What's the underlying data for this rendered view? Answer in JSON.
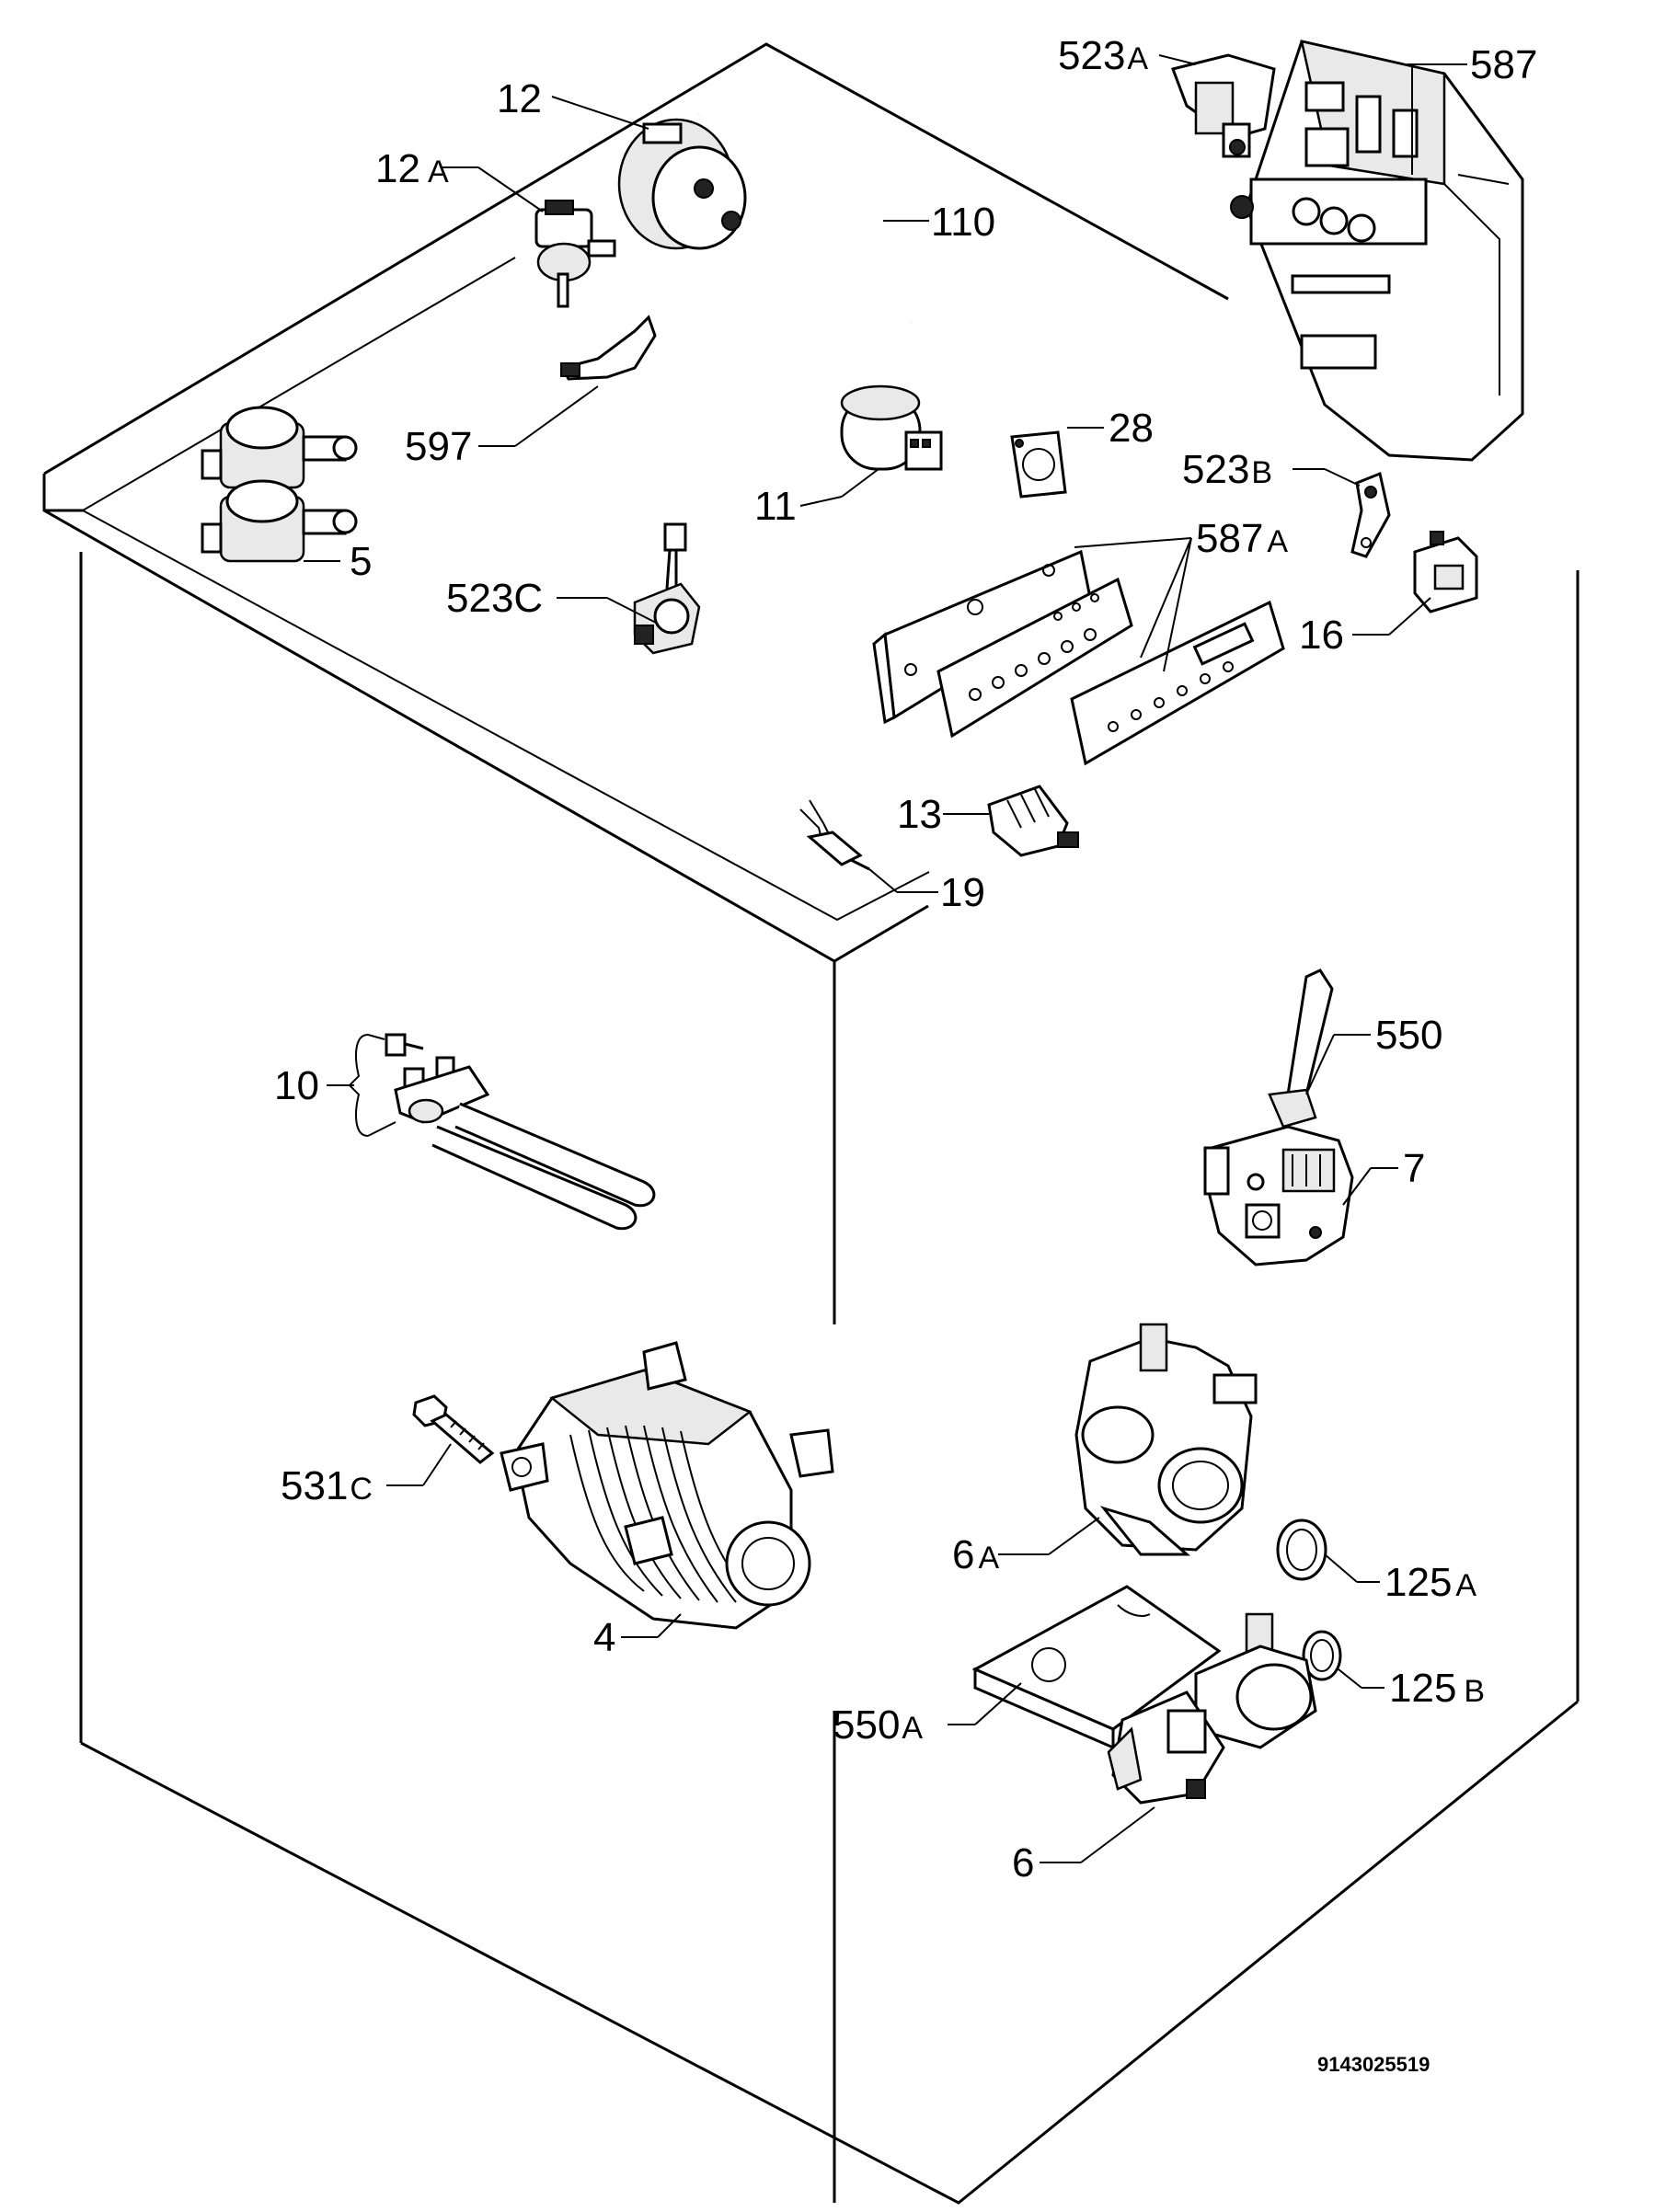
{
  "diagram": {
    "drawing_code": "9143025519",
    "labels": {
      "p12": "12",
      "p12a_num": "12",
      "p12a_suf": "A",
      "p110": "110",
      "p597": "597",
      "p5": "5",
      "p11": "11",
      "p28": "28",
      "p523a_num": "523",
      "p523a_suf": "A",
      "p587": "587",
      "p523b_num": "523",
      "p523b_suf": "B",
      "p587a_num": "587",
      "p587a_suf": "A",
      "p523c": "523C",
      "p16": "16",
      "p13": "13",
      "p19": "19",
      "p10": "10",
      "p550": "550",
      "p7": "7",
      "p531c_num": "531",
      "p531c_suf": "C",
      "p4": "4",
      "p6a_num": "6",
      "p6a_suf": "A",
      "p125a_num": "125",
      "p125a_suf": "A",
      "p550a_num": "550",
      "p550a_suf": "A",
      "p125b_num": "125",
      "p125b_suf": "B",
      "p6": "6"
    }
  }
}
